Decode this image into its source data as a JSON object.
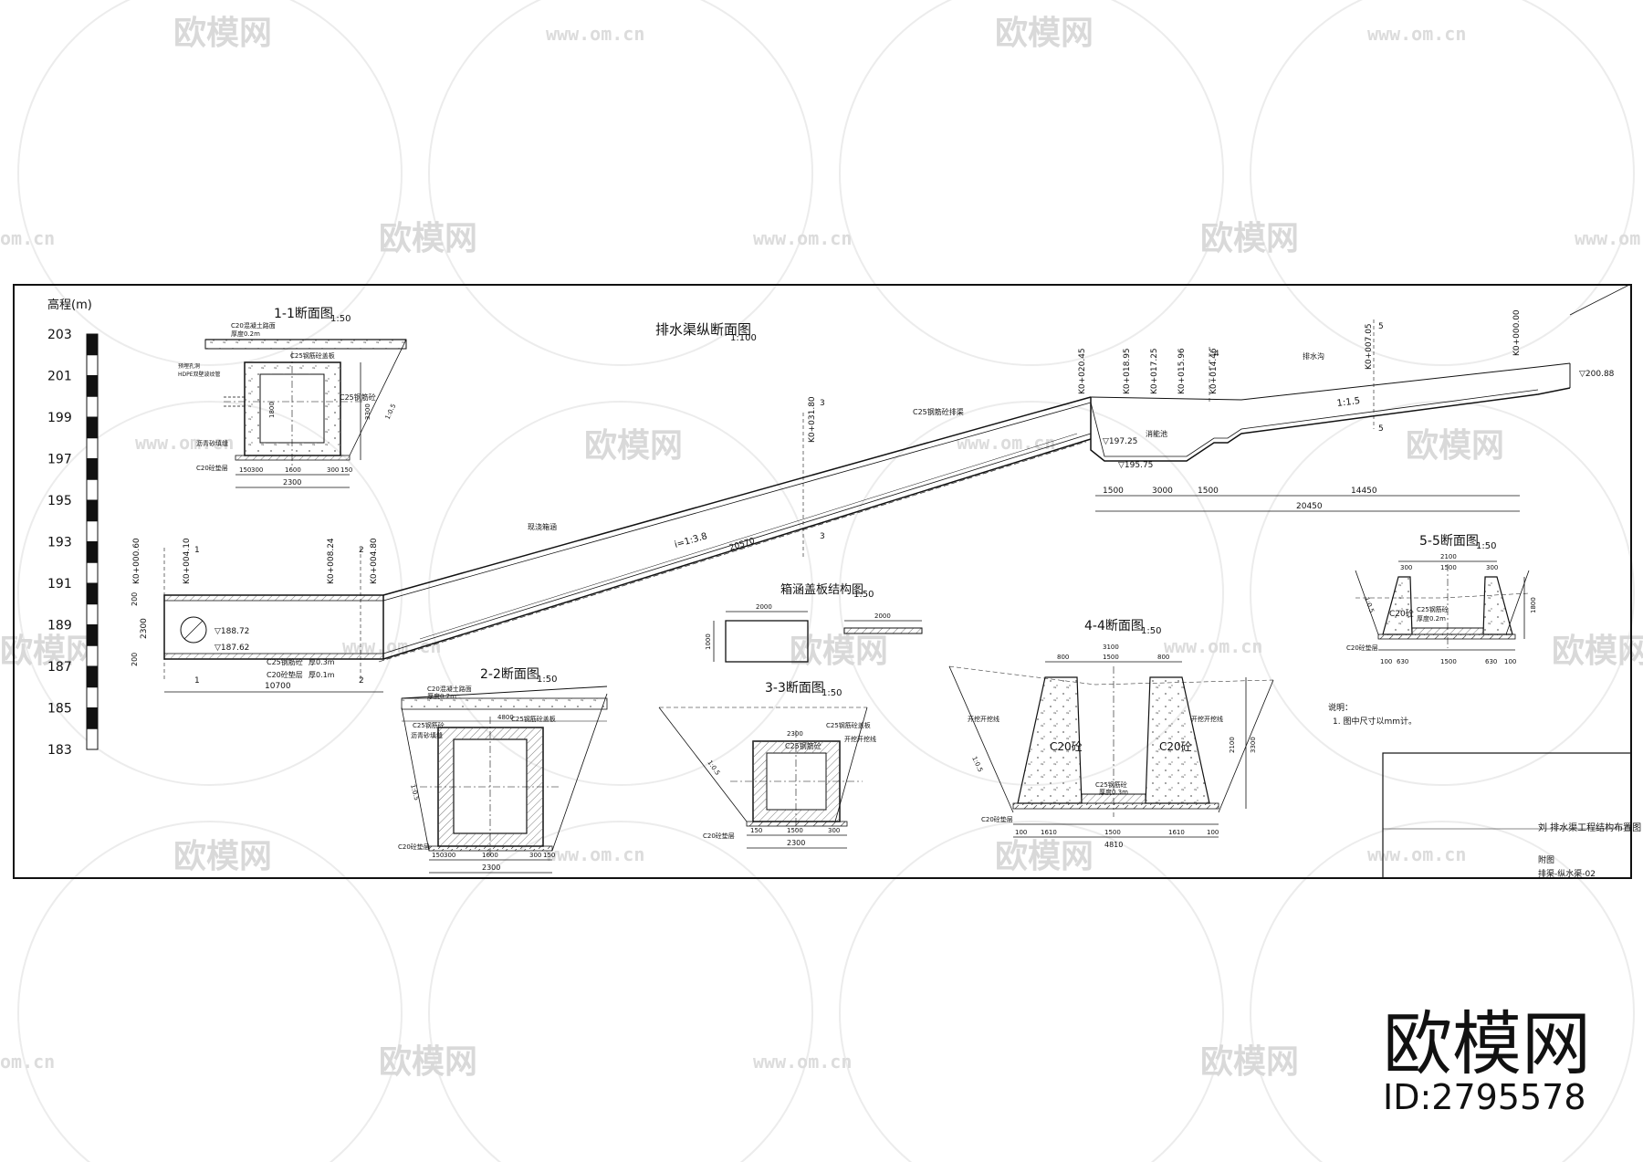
{
  "watermark": {
    "brand": "欧模网",
    "url": "www.om.cn",
    "url_fragment": "om.cn",
    "id_label": "ID:2795578"
  },
  "elevation_scale": {
    "title": "高程(m)",
    "ticks": [
      "203",
      "201",
      "199",
      "197",
      "195",
      "193",
      "191",
      "189",
      "187",
      "185",
      "183"
    ]
  },
  "longitudinal": {
    "title": "排水渠纵断面图",
    "scale": "1:100",
    "stations": [
      "K0+000.60",
      "K0+004.10",
      "K0+008.24",
      "K0+004.80",
      "K0+031.80",
      "K0+020.45",
      "K0+018.95",
      "K0+017.25",
      "K0+015.96",
      "K0+014.46",
      "K0+007.05",
      "K0+000.00"
    ],
    "slope_labels": [
      "i=1:3.8",
      "1:1.5"
    ],
    "elevations": [
      "▽188.72",
      "▽187.62",
      "▽197.25",
      "▽195.75",
      "▽200.88"
    ],
    "dims_left": [
      "2300",
      "200",
      "200",
      "10700"
    ],
    "dims_slope": [
      "20570"
    ],
    "dims_right": [
      "1500",
      "3000",
      "1500",
      "14450",
      "20450"
    ],
    "notes": [
      "C25钢筋砼",
      "厚0.3m",
      "C20砼垫层",
      "厚0.1m",
      "C25钢筋砼排渠",
      "现浇箱涵",
      "消能池",
      "排水沟"
    ],
    "section_marks": [
      "1",
      "2",
      "3",
      "4",
      "5"
    ]
  },
  "sec11": {
    "title": "1-1断面图",
    "scale": "1:50",
    "notes": [
      "C20混凝土路面",
      "厚度0.2m",
      "C25钢筋砼盖板",
      "C25钢筋砼",
      "C20砼垫层",
      "沥青砂填缝",
      "HDPE双壁波纹管",
      "预埋孔洞"
    ],
    "dims": [
      "150",
      "300",
      "1600",
      "300",
      "150",
      "2300",
      "3300",
      "1:0.5",
      "1800"
    ]
  },
  "sec22": {
    "title": "2-2断面图",
    "scale": "1:50",
    "notes": [
      "C20混凝土路面",
      "厚度0.2m",
      "C25钢筋砼",
      "C25钢筋砼盖板",
      "C20砼垫层",
      "沥青砂填缝"
    ],
    "dims": [
      "4800",
      "150",
      "300",
      "1600",
      "300",
      "150",
      "2300",
      "1:0.5"
    ]
  },
  "sec33": {
    "title": "3-3断面图",
    "scale": "1:50",
    "notes": [
      "C25钢筋砼",
      "C25钢筋砼盖板",
      "开挖开挖线",
      "C20砼垫层"
    ],
    "dims": [
      "2300",
      "150",
      "1500",
      "300",
      "2300",
      "1:0.5"
    ]
  },
  "sec44": {
    "title": "4-4断面图",
    "scale": "1:50",
    "notes": [
      "C20砼",
      "C20砼",
      "C25钢筋砼",
      "厚度0.3m",
      "C20砼垫层",
      "开挖开挖线"
    ],
    "dims": [
      "3100",
      "800",
      "1500",
      "800",
      "100",
      "1610",
      "1500",
      "1610",
      "100",
      "4810",
      "3300",
      "2100",
      "1:0.5"
    ]
  },
  "sec55": {
    "title": "5-5断面图",
    "scale": "1:50",
    "notes": [
      "C20砼",
      "C25钢筋砼",
      "厚度0.2m",
      "C20砼垫层"
    ],
    "dims": [
      "2100",
      "300",
      "1500",
      "300",
      "100",
      "630",
      "1500",
      "630",
      "100",
      "1800",
      "1:0.5"
    ]
  },
  "slab": {
    "title": "箱涵盖板结构图",
    "scale": "1:50",
    "dims": [
      "2000",
      "1000",
      "2000"
    ]
  },
  "notes_block": {
    "heading": "说明：",
    "lines": [
      "1. 图中尺寸以mm计。"
    ]
  },
  "title_block": {
    "title": "刘 排水渠工程结构布置图",
    "subtitle": "附图",
    "number": "排渠-纵水渠-02"
  }
}
